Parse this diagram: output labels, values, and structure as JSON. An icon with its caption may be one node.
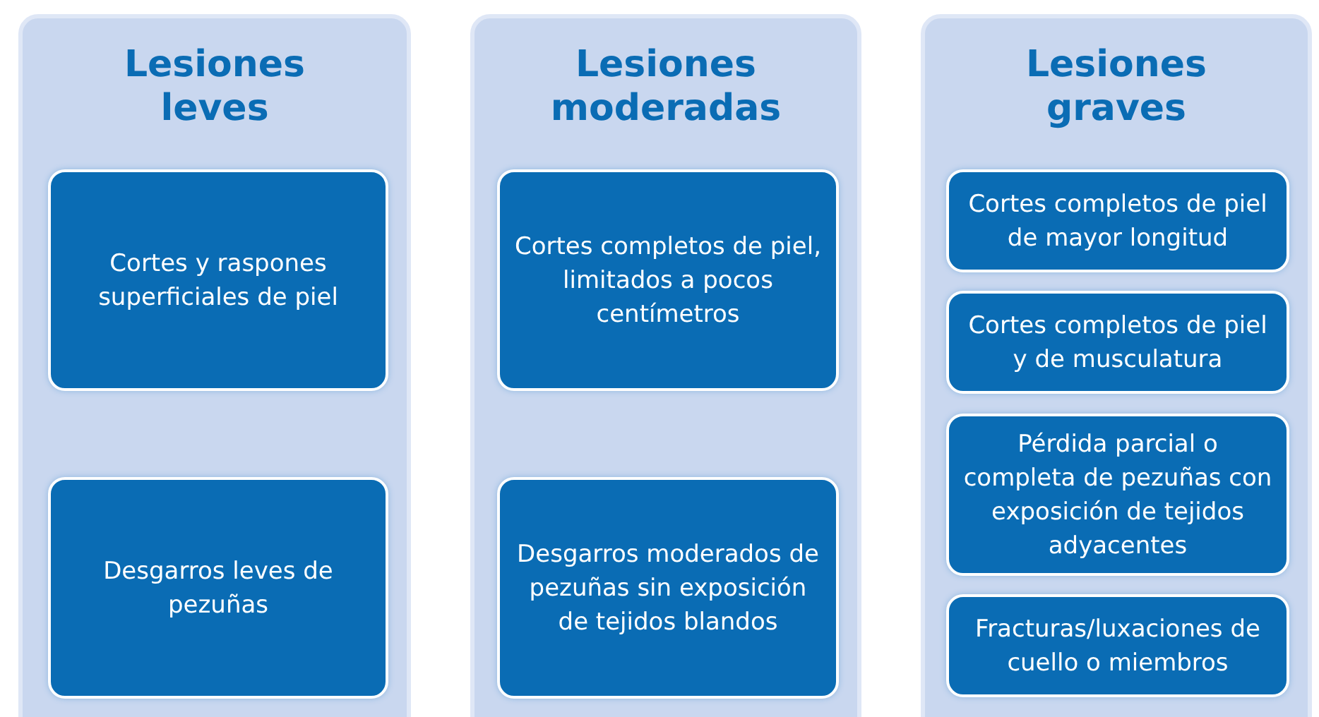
{
  "diagram": {
    "nodes": [
      {
        "text": [
          "Lesiones leves"
        ]
      },
      {
        "text": [
          "Cortes y raspones superficiales de piel"
        ],
        "in": 0
      },
      {
        "text": [
          "Desgarros leves de pezuñas"
        ],
        "in": 0
      },
      {
        "text": [
          "Lesiones moderadas"
        ]
      },
      {
        "text": [
          "Cortes completos de piel, limitados a pocos centímetros"
        ],
        "in": 3
      },
      {
        "text": [
          "Desgarros moderados de pezuñas sin exposición de tejidos blandos"
        ],
        "in": 3
      },
      {
        "text": [
          "Lesiones graves"
        ]
      },
      {
        "text": [
          "Cortes completos de piel de mayor longitud"
        ],
        "in": 6
      },
      {
        "text": [
          "Cortes completos de piel y de musculatura"
        ],
        "in": 6
      },
      {
        "text": [
          "Pérdida parcial o completa de pezuñas con exposición de tejidos adyacentes"
        ],
        "in": 6
      },
      {
        "text": [
          "Fracturas/luxaciones de cuello o miembros"
        ],
        "in": 6
      }
    ],
    "edges": []
  }
}
